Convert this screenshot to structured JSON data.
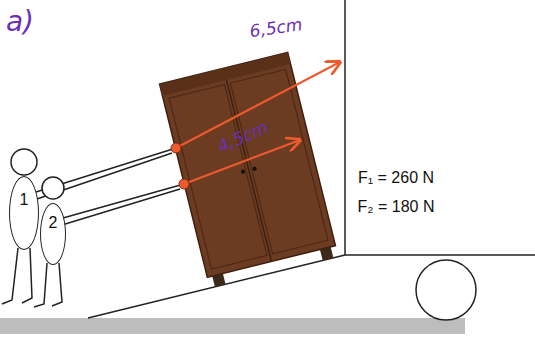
{
  "diagram": {
    "nodes": [
      {
        "text": [
          "1"
        ]
      },
      {
        "text": [
          "2"
        ]
      }
    ],
    "labels": [
      "a)",
      "6,5cm",
      "4,5cm",
      "F₁ = 260 N",
      "F₂ = 180 N"
    ]
  }
}
